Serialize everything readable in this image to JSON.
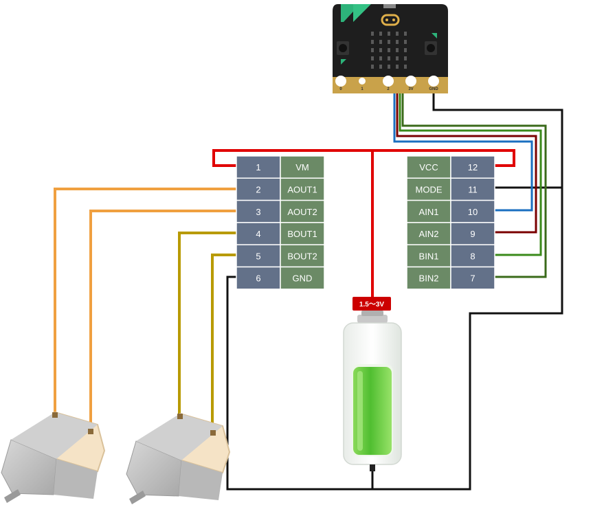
{
  "driver_left": {
    "rows": [
      {
        "num": "1",
        "label": "VM"
      },
      {
        "num": "2",
        "label": "AOUT1"
      },
      {
        "num": "3",
        "label": "AOUT2"
      },
      {
        "num": "4",
        "label": "BOUT1"
      },
      {
        "num": "5",
        "label": "BOUT2"
      },
      {
        "num": "6",
        "label": "GND"
      }
    ]
  },
  "driver_right": {
    "rows": [
      {
        "label": "VCC",
        "num": "12"
      },
      {
        "label": "MODE",
        "num": "11"
      },
      {
        "label": "AIN1",
        "num": "10"
      },
      {
        "label": "AIN2",
        "num": "9"
      },
      {
        "label": "BIN1",
        "num": "8"
      },
      {
        "label": "BIN2",
        "num": "7"
      }
    ]
  },
  "microbit": {
    "pins": [
      "0",
      "1",
      "2",
      "3V",
      "GND"
    ]
  },
  "battery": {
    "voltage_label": "1.5～3V"
  },
  "colors": {
    "wire_red": "#e00000",
    "wire_black": "#111111",
    "wire_orange": "#f0a040",
    "wire_olive": "#b89a00",
    "wire_blue": "#1a6fc0",
    "wire_dark_red": "#7a0000",
    "wire_green": "#3a8a1a",
    "wire_dark_green": "#3a6a1a",
    "pin_num_bg": "#637189",
    "pin_label_bg": "#6b8a66"
  }
}
